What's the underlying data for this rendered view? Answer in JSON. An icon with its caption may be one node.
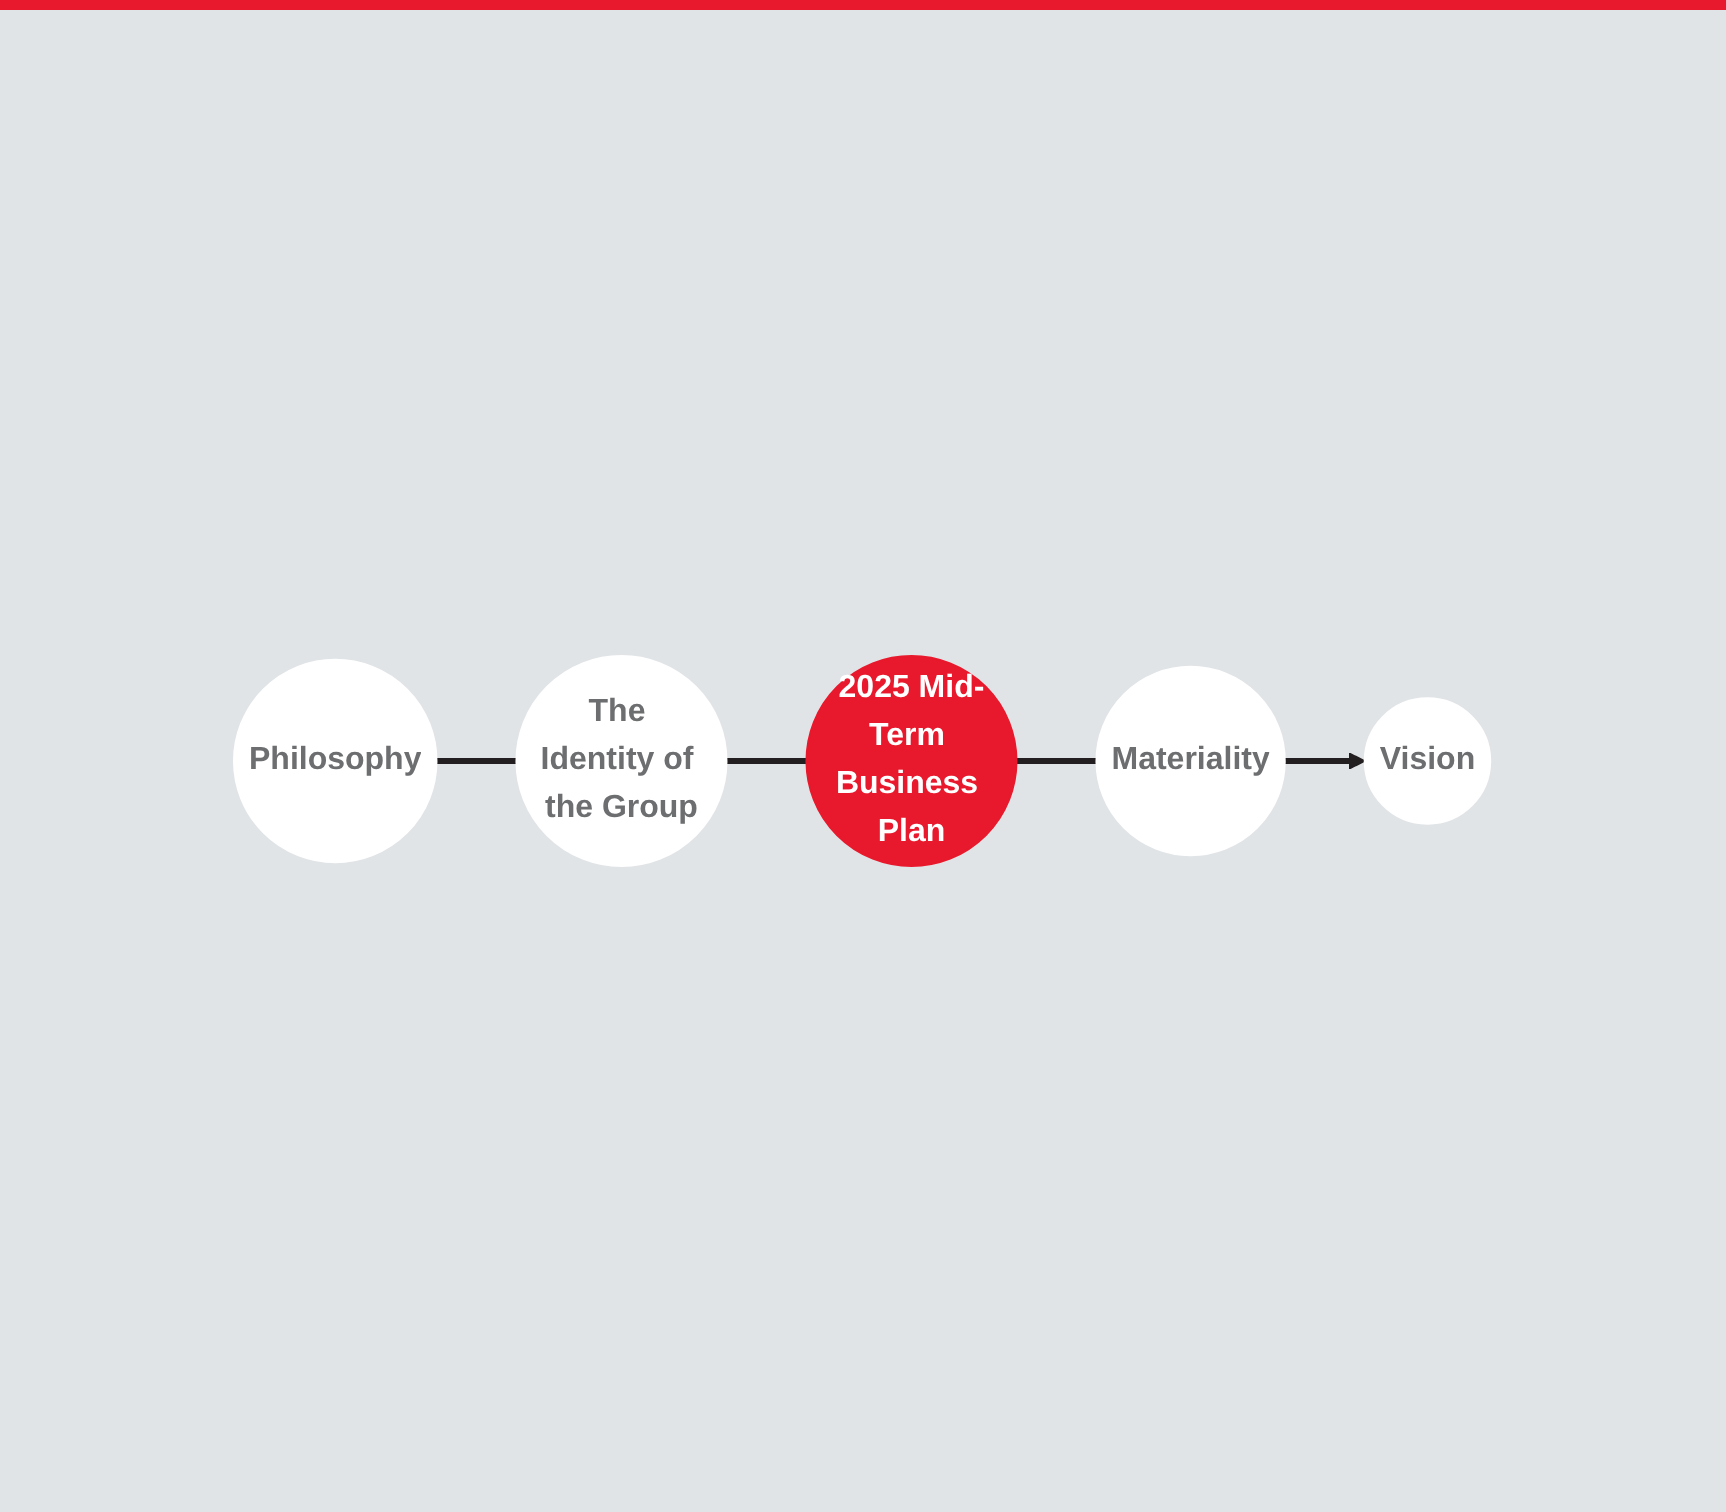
{
  "diagram": {
    "nodes": [
      {
        "text": [
          "Philosophy"
        ]
      },
      {
        "text": [
          "The Identity of the Group"
        ]
      },
      {
        "text": [
          "2025 Mid-Term Business Plan"
        ]
      },
      {
        "text": [
          "Materiality"
        ]
      },
      {
        "text": [
          "Vision"
        ]
      }
    ],
    "edges": [
      {
        "from": 0,
        "to": 1,
        "arrow": "none"
      },
      {
        "from": 1,
        "to": 2,
        "arrow": "none"
      },
      {
        "from": 2,
        "to": 3,
        "arrow": "none"
      },
      {
        "from": 3,
        "to": 4,
        "arrow": "to"
      }
    ]
  }
}
